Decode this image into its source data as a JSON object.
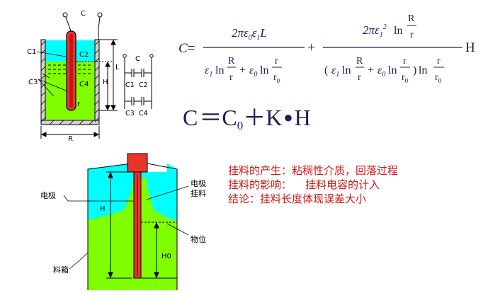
{
  "sensor_diagram": {
    "terminal_label": "C",
    "c1": "C1",
    "c2": "C2",
    "c3": "C3",
    "c4": "C4",
    "radius_small": "r",
    "level_h": "H",
    "length_l": "L",
    "diameter_r": "R",
    "colors": {
      "air_zone": "#00ffff",
      "liquid": "#80ff00",
      "electrode": "#e8342a",
      "wall": "#404040"
    }
  },
  "equivalent_circuit": {
    "c": "C",
    "c1": "C1",
    "c2": "C2",
    "c3": "C3",
    "c4": "C4"
  },
  "formula_main": {
    "lhs": "C",
    "term1_numerator": "2πε₀ε₁L",
    "term1_denominator": "ε₁ln(R/r) + ε₀ln(r/r₀)",
    "term2_numerator": "2πε₁² ln(R/r)",
    "term2_denominator": "(ε₁ln(R/r) + ε₀ln(r/r₀)) ln(r/r₀)",
    "multiplier": "H"
  },
  "formula_simple": {
    "text": "C＝C₀＋K·H",
    "c": "C",
    "eq": "=",
    "c0": "C",
    "c0_sub": "0",
    "plus": "+",
    "k": "K",
    "dot": "●",
    "h": "H"
  },
  "tank_diagram": {
    "electrode": "电极",
    "buildup": "挂料",
    "level": "物位",
    "bin": "料箱",
    "h": "H",
    "h0": "H0",
    "colors": {
      "air_zone": "#00ffff",
      "material": "#80ff00",
      "electrode": "#e8342a"
    }
  },
  "notes": {
    "line1": "挂料的产生：粘稠性介质，回落过程",
    "line2": "挂料的影响：    挂料电容的计入",
    "line3": "结论：挂料长度体现误差大小",
    "color": "#d41414"
  }
}
